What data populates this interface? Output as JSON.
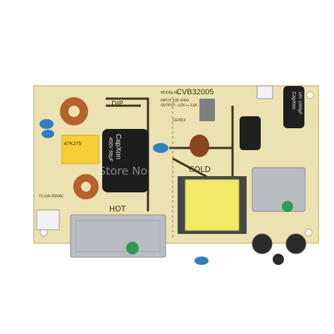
{
  "photo": {
    "subject": "power-supply-board",
    "colors": {
      "background": "#ffffff",
      "pcb": "#ece1b0",
      "silkscreen": "#2c2412",
      "heatsink": "#b9bcc0",
      "transformer": "#f0ea67",
      "capacitor": "#1a1a1a",
      "capacitor_blue": "#2e7fc4",
      "inductor_copper": "#b5622c"
    }
  },
  "silkscreen": {
    "model_prefix": "MODEL NO.",
    "model": "CVB32005",
    "input": "INPUT: 100~240V",
    "output": "OUTPUT: +12V ⎓ 2.0A",
    "dip": "DIP",
    "hot": "HOT",
    "cold": "COLD",
    "code": "CE3013",
    "fuse": "T3.15A 250VAC"
  },
  "parts": {
    "main_cap_brand": "CapXon",
    "main_cap_rating": "450V 68μF",
    "out_cap_brand": "CapXon",
    "out_cap_rating": "16V 1000μF",
    "x_cap": "47K275"
  },
  "watermark": {
    "text": "Store No"
  }
}
